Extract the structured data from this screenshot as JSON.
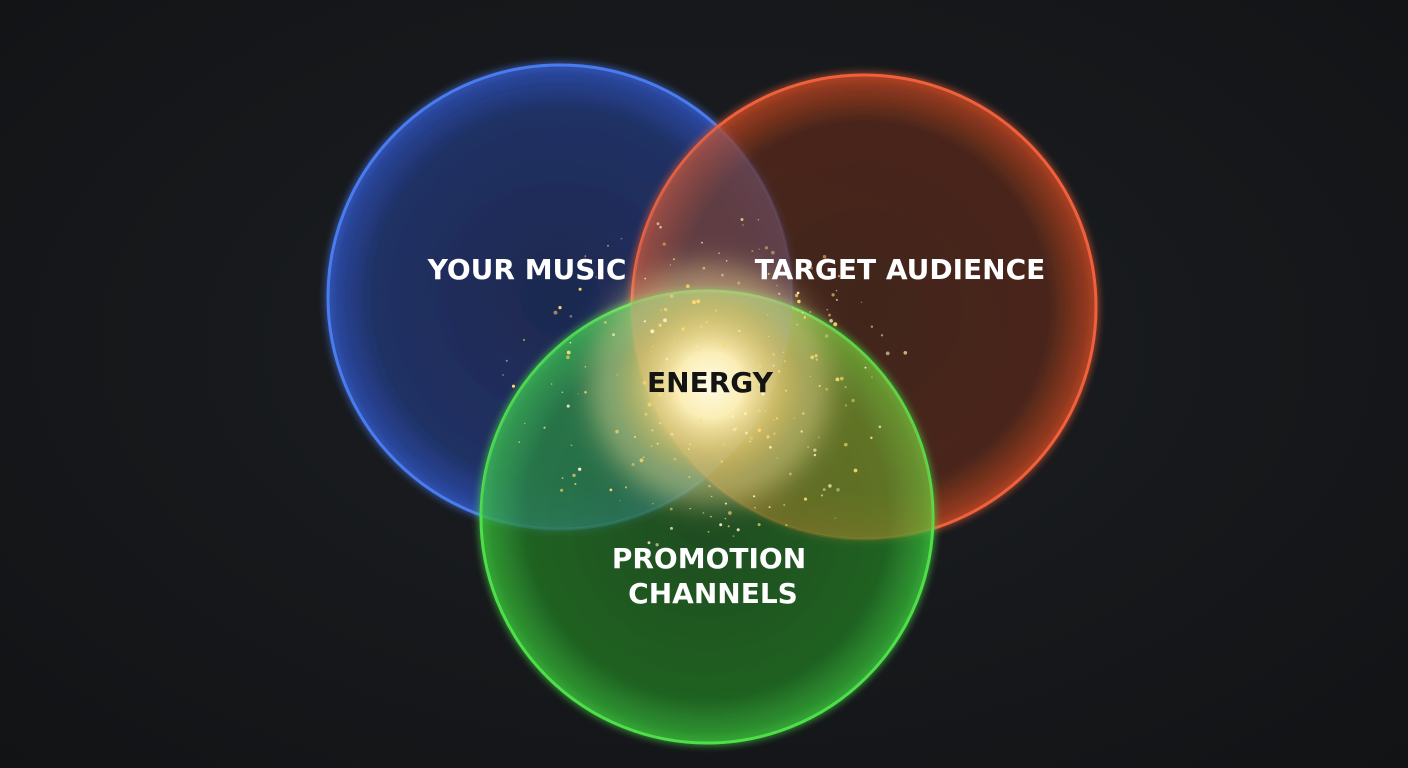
{
  "diagram": {
    "type": "venn",
    "sets": [
      {
        "id": "music",
        "label": "YOUR MUSIC",
        "color": "#3a6fe0"
      },
      {
        "id": "audience",
        "label": "TARGET AUDIENCE",
        "color": "#e0502a"
      },
      {
        "id": "promotion",
        "label": "PROMOTION CHANNELS",
        "label_lines": [
          "PROMOTION",
          "CHANNELS"
        ],
        "color": "#3fd040"
      }
    ],
    "center": {
      "label": "ENERGY",
      "color": "#fff6d0"
    },
    "background": "#15171a"
  }
}
